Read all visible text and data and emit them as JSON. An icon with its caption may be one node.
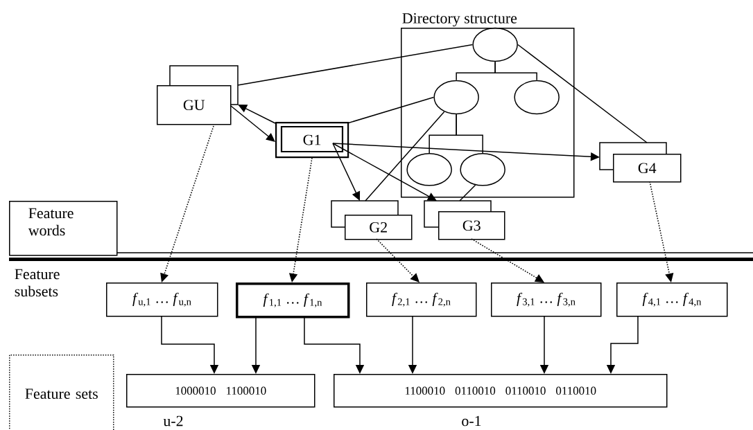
{
  "diagram": {
    "nodes": [
      {
        "text": [
          "Directory structure"
        ]
      },
      {
        "text": [],
        "shape": "circle",
        "in": 0
      },
      {
        "text": [],
        "shape": "circle",
        "in": 0
      },
      {
        "text": [],
        "shape": "circle",
        "in": 0
      },
      {
        "text": [],
        "shape": "circle",
        "in": 0
      },
      {
        "text": [],
        "shape": "circle",
        "in": 0
      },
      {
        "text": [
          "GU"
        ]
      },
      {
        "text": [
          "G1"
        ]
      },
      {
        "text": [
          "G2"
        ]
      },
      {
        "text": [
          "G3"
        ]
      },
      {
        "text": [
          "G4"
        ]
      },
      {
        "text": [
          "Feature words"
        ]
      },
      {
        "text": [
          "*f*$_{u,1}$ … *f*$_{u,n}$"
        ]
      },
      {
        "text": [
          "*f*$_{1,1}$ … *f*$_{1,n}$"
        ]
      },
      {
        "text": [
          "*f*$_{2,1}$ … *f*$_{2,n}$"
        ]
      },
      {
        "text": [
          "*f*$_{3,1}$ … *f*$_{3,n}$"
        ]
      },
      {
        "text": [
          "*f*$_{4,1}$ … *f*$_{4,n}$"
        ]
      },
      {
        "text": [
          "Feature sets"
        ]
      },
      {
        "text": [
          "1000010 1100010"
        ],
        "beside": [
          "u-2"
        ]
      },
      {
        "text": [
          "1100010 0110010 0110010 0110010"
        ],
        "beside": [
          "o-1"
        ]
      }
    ],
    "edges": [
      {
        "from": 6,
        "to": 7,
        "arrow": "to"
      },
      {
        "from": 7,
        "to": 6,
        "arrow": "to"
      },
      {
        "from": 7,
        "to": 8,
        "arrow": "to"
      },
      {
        "from": 7,
        "to": 9,
        "arrow": "to"
      },
      {
        "from": 7,
        "to": 10,
        "arrow": "to"
      },
      {
        "from": 1,
        "to": 2,
        "arrow": "none"
      },
      {
        "from": 1,
        "to": 3,
        "arrow": "none"
      },
      {
        "from": 2,
        "to": 4,
        "arrow": "none"
      },
      {
        "from": 2,
        "to": 5,
        "arrow": "none"
      },
      {
        "from": 6,
        "to": 1,
        "arrow": "none"
      },
      {
        "from": 7,
        "to": 2,
        "arrow": "none"
      },
      {
        "from": 8,
        "to": 2,
        "arrow": "none"
      },
      {
        "from": 9,
        "to": 5,
        "arrow": "none"
      },
      {
        "from": 10,
        "to": 1,
        "arrow": "none"
      },
      {
        "from": 6,
        "to": 12,
        "arrow": "to",
        "style": "dashed"
      },
      {
        "from": 7,
        "to": 13,
        "arrow": "to",
        "style": "dashed"
      },
      {
        "from": 8,
        "to": 14,
        "arrow": "to",
        "style": "dashed"
      },
      {
        "from": 9,
        "to": 15,
        "arrow": "to",
        "style": "dashed"
      },
      {
        "from": 10,
        "to": 16,
        "arrow": "to",
        "style": "dashed"
      },
      {
        "from": 12,
        "to": 18,
        "arrow": "to"
      },
      {
        "from": 13,
        "to": 18,
        "arrow": "to"
      },
      {
        "from": 13,
        "to": 19,
        "arrow": "to"
      },
      {
        "from": 14,
        "to": 19,
        "arrow": "to"
      },
      {
        "from": 15,
        "to": 19,
        "arrow": "to"
      },
      {
        "from": 16,
        "to": 19,
        "arrow": "to"
      }
    ],
    "labels": [
      "Feature subsets"
    ]
  }
}
